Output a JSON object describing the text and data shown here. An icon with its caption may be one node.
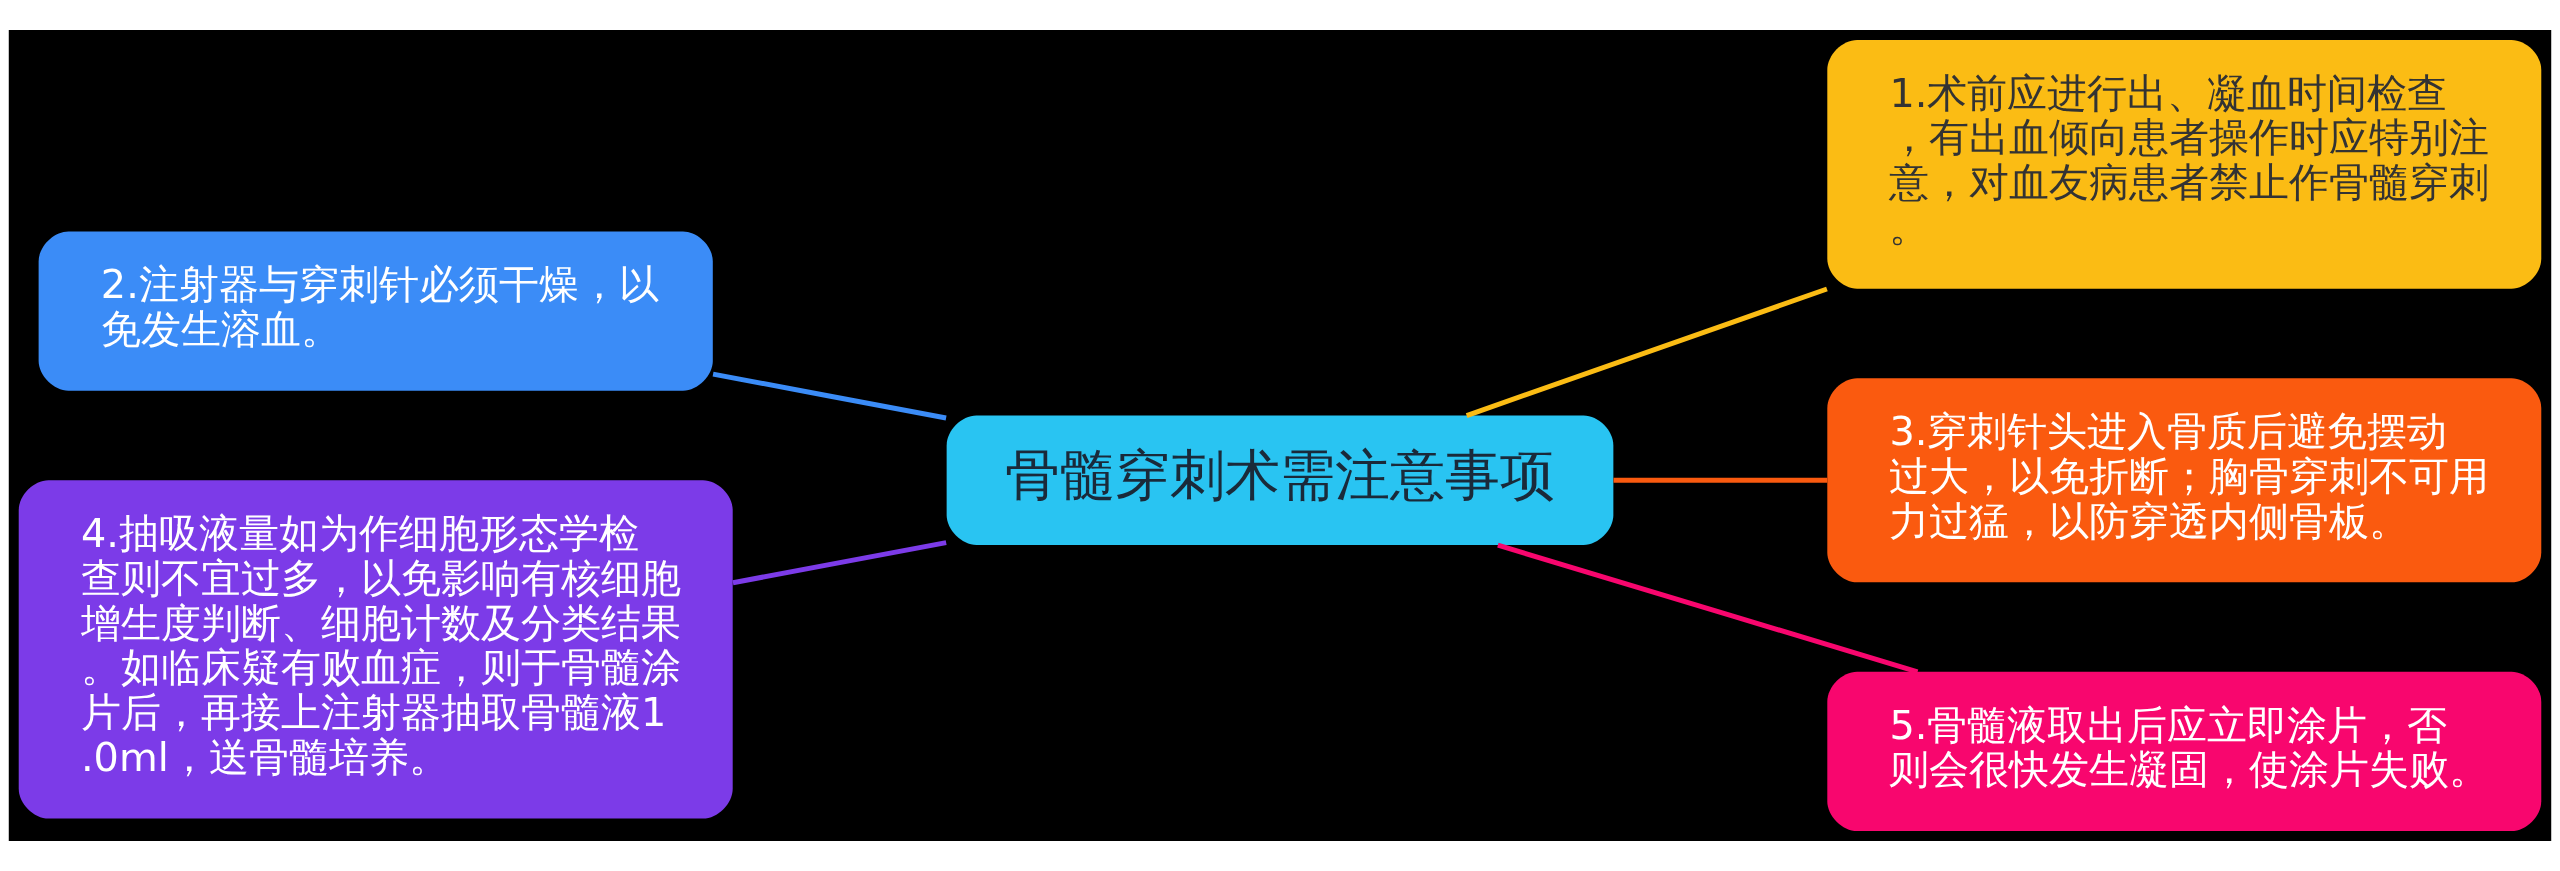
{
  "diagram": {
    "nodes": [
      {
        "text": [
          "骨髓穿刺术需注意事项"
        ]
      },
      {
        "text": [
          "1.术前应进行出、凝血时间检查，有出血倾向患者操作时应特别注意，对血友病患者禁止作骨髓穿刺。"
        ]
      },
      {
        "text": [
          "2.注射器与穿刺针必须干燥，以免发生溶血。"
        ]
      },
      {
        "text": [
          "3.穿刺针头进入骨质后避免摆动过大，以免折断；胸骨穿刺不可用力过猛，以防穿透内侧骨板。"
        ]
      },
      {
        "text": [
          "4.抽吸液量如为作细胞形态学检查则不宜过多，以免影响有核细胞增生度判断、细胞计数及分类结果。如临床疑有败血症，则于骨髓涂片后，再接上注射器抽取骨髓液1.0ml，送骨髓培养。"
        ]
      },
      {
        "text": [
          "5.骨髓液取出后应立即涂片，否则会很快发生凝固，使涂片失败。"
        ]
      }
    ],
    "edges": [
      {
        "from": 0,
        "to": 1,
        "arrow": "none",
        "color": "#fbbc14"
      },
      {
        "from": 0,
        "to": 2,
        "arrow": "none",
        "color": "#3b8cf7"
      },
      {
        "from": 0,
        "to": 3,
        "arrow": "none",
        "color": "#fa5a0f"
      },
      {
        "from": 0,
        "to": 4,
        "arrow": "none",
        "color": "#7c3be8"
      },
      {
        "from": 0,
        "to": 5,
        "arrow": "none",
        "color": "#f8066e"
      }
    ]
  }
}
